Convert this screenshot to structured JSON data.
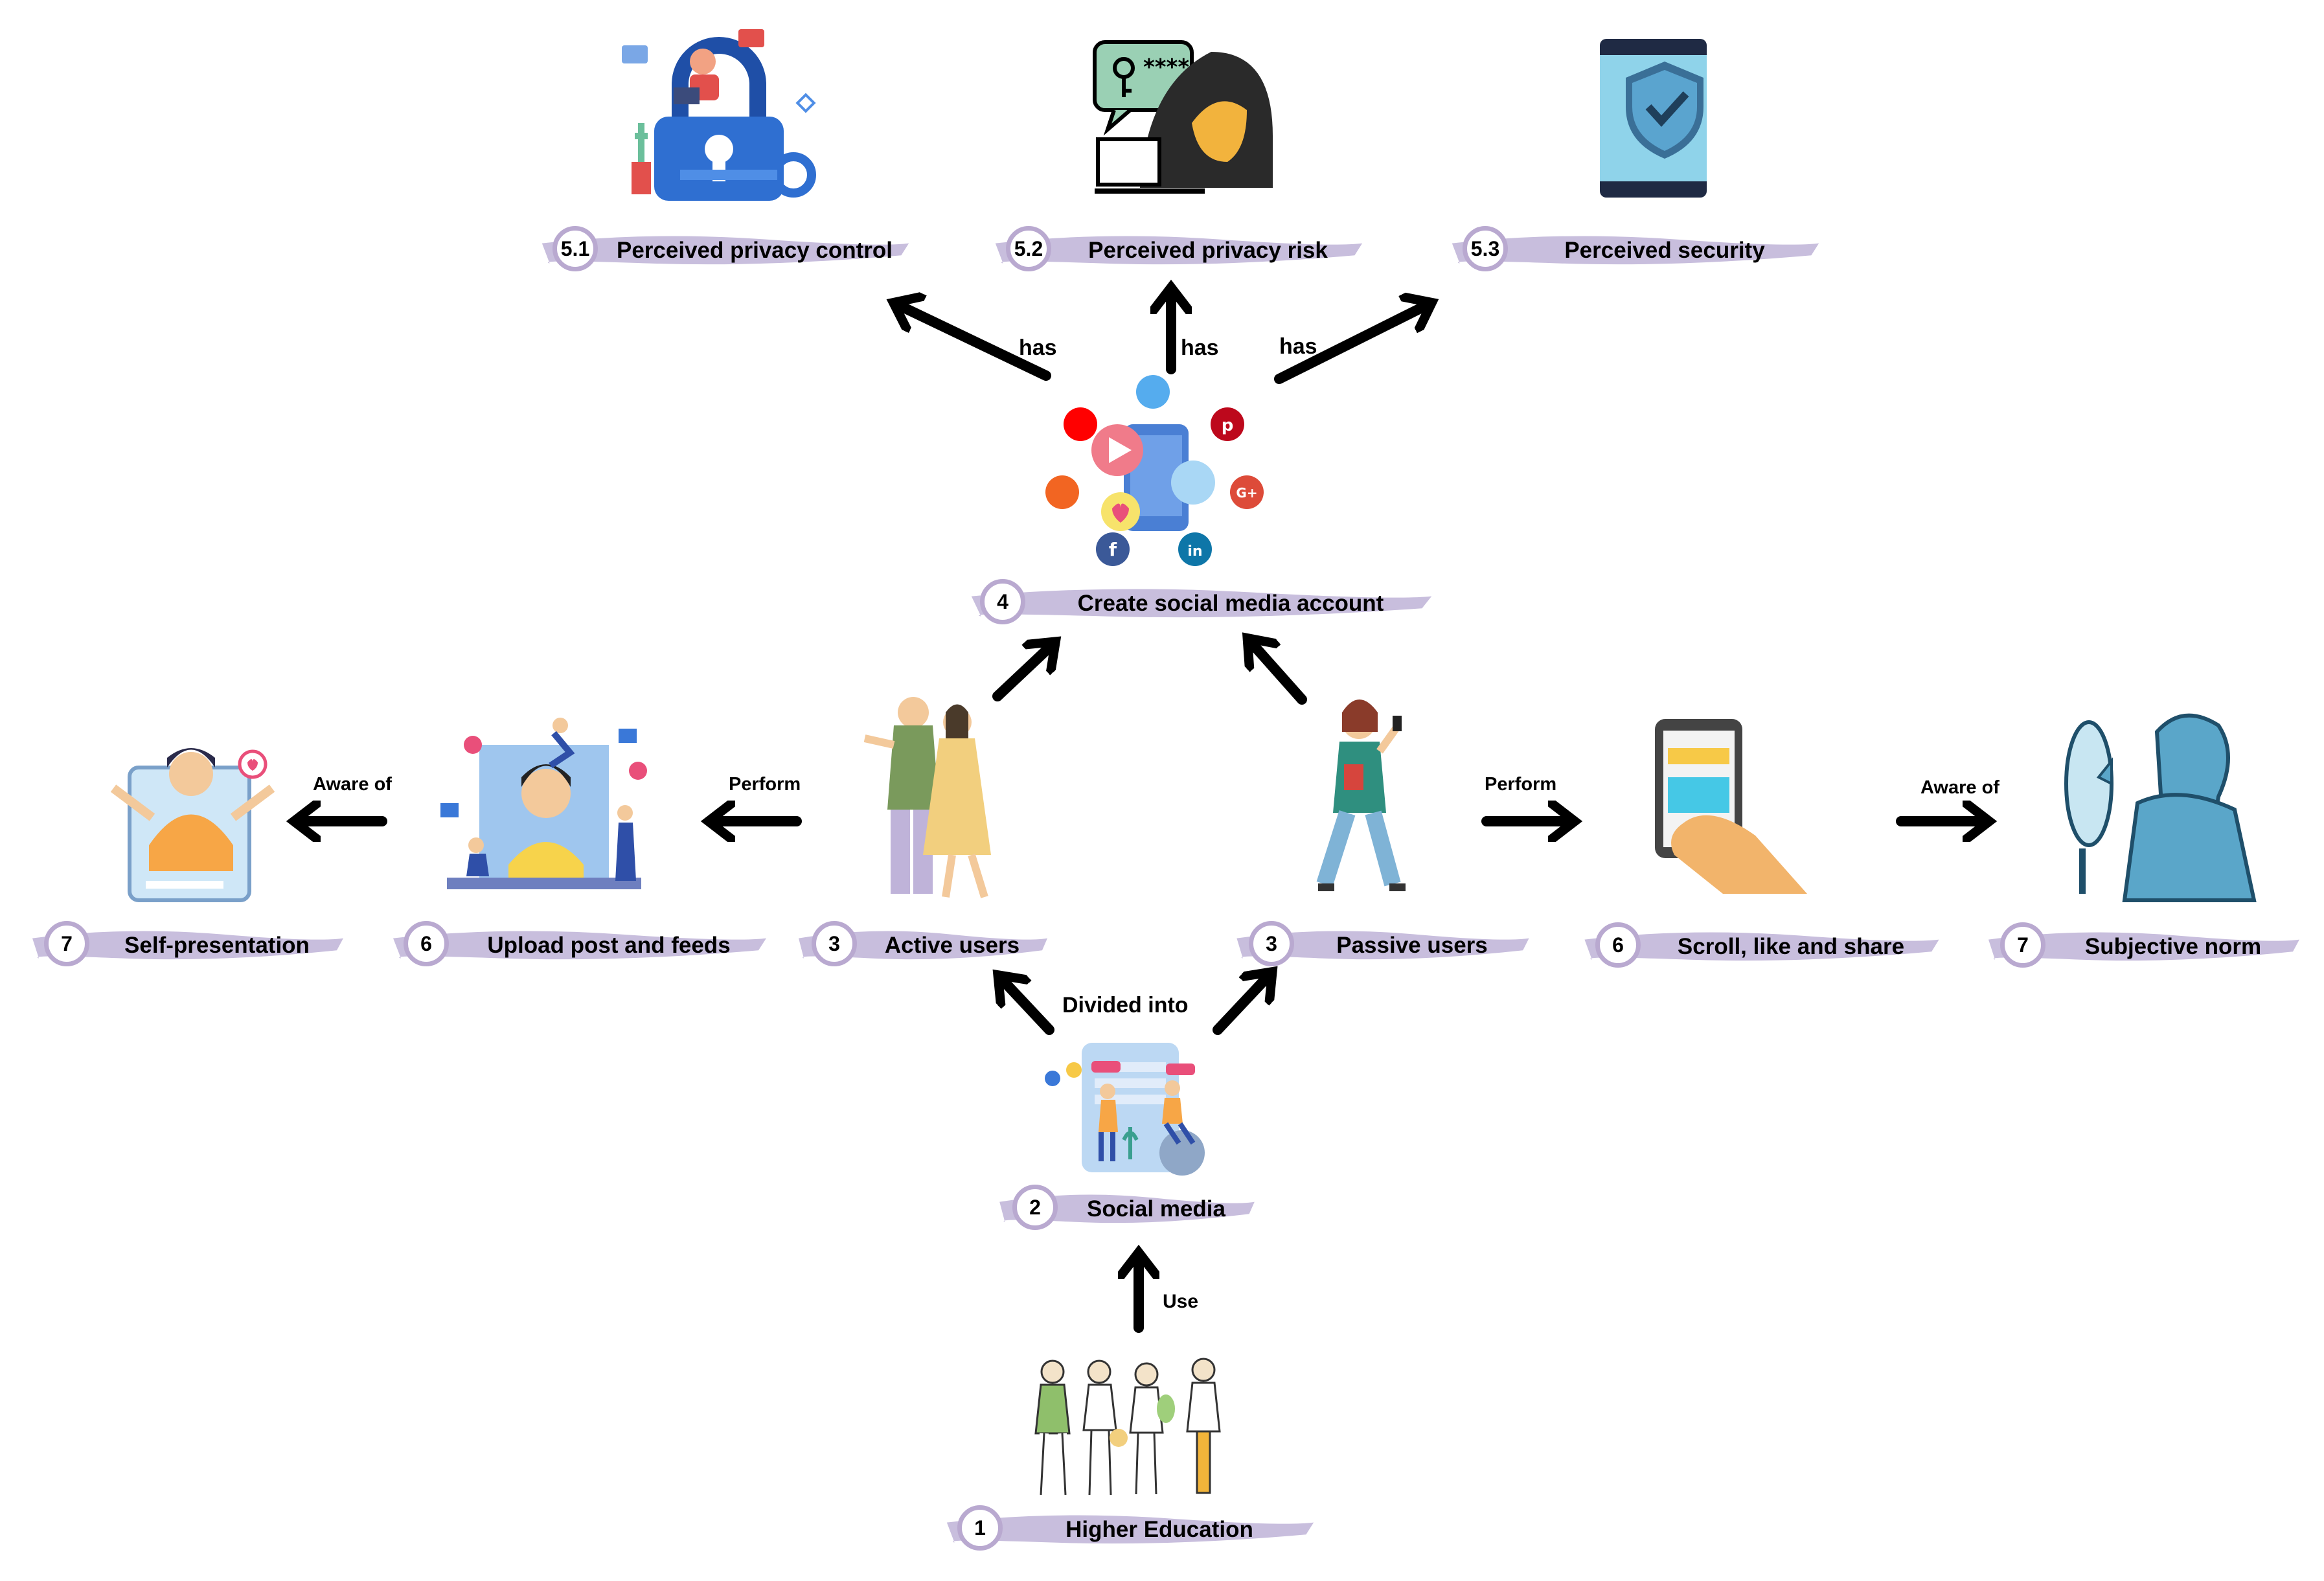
{
  "nodes": {
    "higher_education": {
      "num": "1",
      "label": "Higher Education"
    },
    "social_media": {
      "num": "2",
      "label": "Social media"
    },
    "active_users": {
      "num": "3",
      "label": "Active users"
    },
    "passive_users": {
      "num": "3",
      "label": "Passive users"
    },
    "create_account": {
      "num": "4",
      "label": "Create social media account"
    },
    "privacy_control": {
      "num": "5.1",
      "label": "Perceived privacy control"
    },
    "privacy_risk": {
      "num": "5.2",
      "label": "Perceived privacy risk"
    },
    "security": {
      "num": "5.3",
      "label": "Perceived security"
    },
    "upload_post": {
      "num": "6",
      "label": "Upload post and feeds"
    },
    "scroll_like": {
      "num": "6",
      "label": "Scroll, like and share"
    },
    "self_presentation": {
      "num": "7",
      "label": "Self-presentation"
    },
    "subjective_norm": {
      "num": "7",
      "label": "Subjective norm"
    }
  },
  "relations": {
    "use": "Use",
    "divided_into": "Divided into",
    "has_1": "has",
    "has_2": "has",
    "has_3": "has",
    "perform_left": "Perform",
    "perform_right": "Perform",
    "aware_left": "Aware of",
    "aware_right": "Aware of"
  },
  "colors": {
    "brush": "#c8bedd",
    "badge_border": "#b9a9d0",
    "arrow": "#000000"
  }
}
